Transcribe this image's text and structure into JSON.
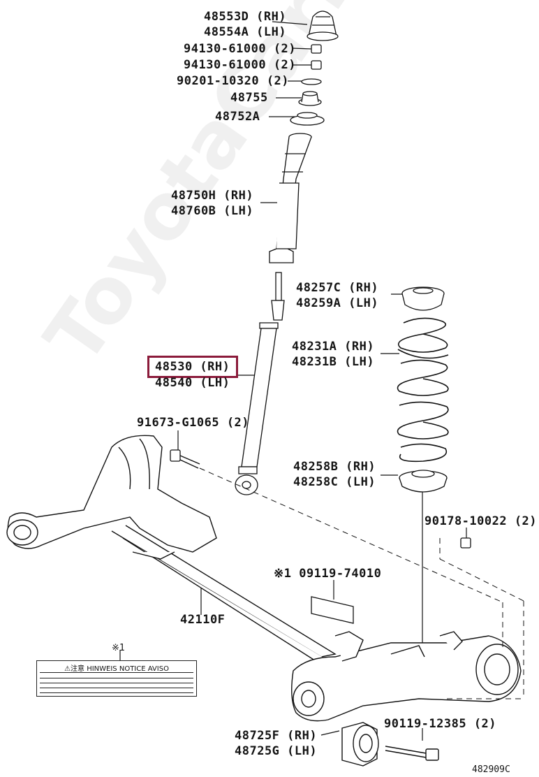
{
  "diagram": {
    "code": "482909C",
    "watermark": "ToyotaCarMine.ru",
    "highlight_color": "#8b1a3a",
    "parts": {
      "bump_stopper": [
        "48553D (RH)",
        "48554A (LH)"
      ],
      "nut_1": "94130-61000 (2)",
      "nut_2": "94130-61000 (2)",
      "washer": "90201-10320 (2)",
      "mount_cushion": "48755",
      "mount_seat": "48752A",
      "dust_boot": [
        "48750H (RH)",
        "48760B (LH)"
      ],
      "upper_insulator": [
        "48257C (RH)",
        "48259A (LH)"
      ],
      "coil_spring": [
        "48231A (RH)",
        "48231B (LH)"
      ],
      "absorber": [
        "48530 (RH)",
        "48540 (LH)"
      ],
      "absorber_bolt": "91673-G1065 (2)",
      "lower_insulator": [
        "48258B (RH)",
        "48258C (LH)"
      ],
      "nut_lower": "90178-10022 (2)",
      "label_part": "※1 09119-74010",
      "axle_beam": "42110F",
      "bushing": [
        "48725F (RH)",
        "48725G (LH)"
      ],
      "bushing_bolt": "90119-12385 (2)"
    },
    "notice": {
      "marker": "※1",
      "title": "⚠注意 HINWEIS NOTICE AVISO"
    }
  }
}
